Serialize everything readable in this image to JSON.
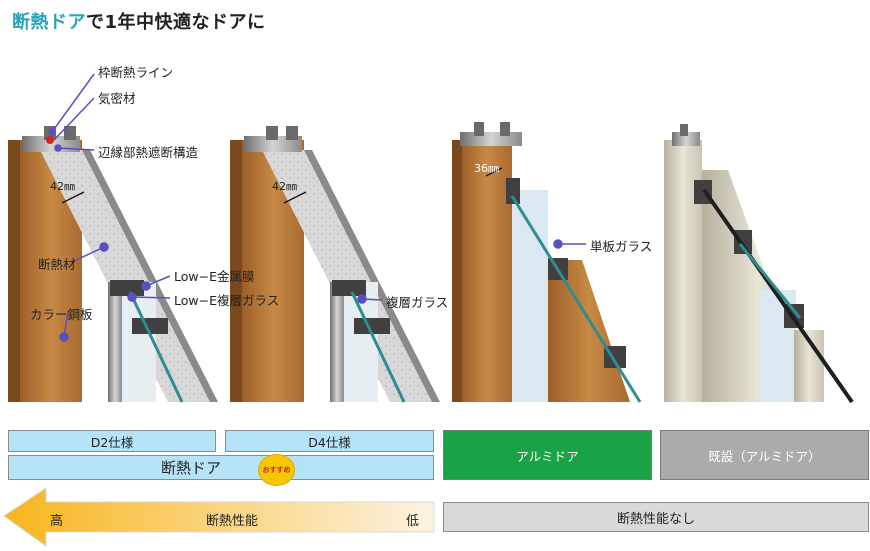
{
  "title": {
    "accent": "断熱ドア",
    "rest": "で1年中快適なドアに"
  },
  "callouts": {
    "frame_line": "枠断熱ライン",
    "airtight": "気密材",
    "edge_structure": "辺縁部熱遮断構造",
    "insulation": "断熱材",
    "steel": "カラー鋼板",
    "lowe_coating": "Low−E金属膜",
    "lowe_glass": "Low−E複層ガラス",
    "double_glass": "複層ガラス",
    "single_glass": "単板ガラス"
  },
  "dimensions": {
    "d2": "42㎜",
    "d4": "42㎜",
    "alu": "36㎜"
  },
  "spec_row": {
    "d2": "D2仕様",
    "d4": "D4仕様",
    "insulated_door": "断熱ドア",
    "alu_door": "アルミドア",
    "existing": "既設（アルミドア）"
  },
  "badge": "おすすめ",
  "scale": {
    "high": "高",
    "label": "断熱性能",
    "low": "低",
    "none": "断熱性能なし"
  },
  "colors": {
    "accent": "#2aa3b7",
    "spec": "#b6e3f7",
    "alu": "#1aa346",
    "existing": "#ababab",
    "arrow_start": "#f7b51d",
    "arrow_end": "#fdf3e2"
  }
}
